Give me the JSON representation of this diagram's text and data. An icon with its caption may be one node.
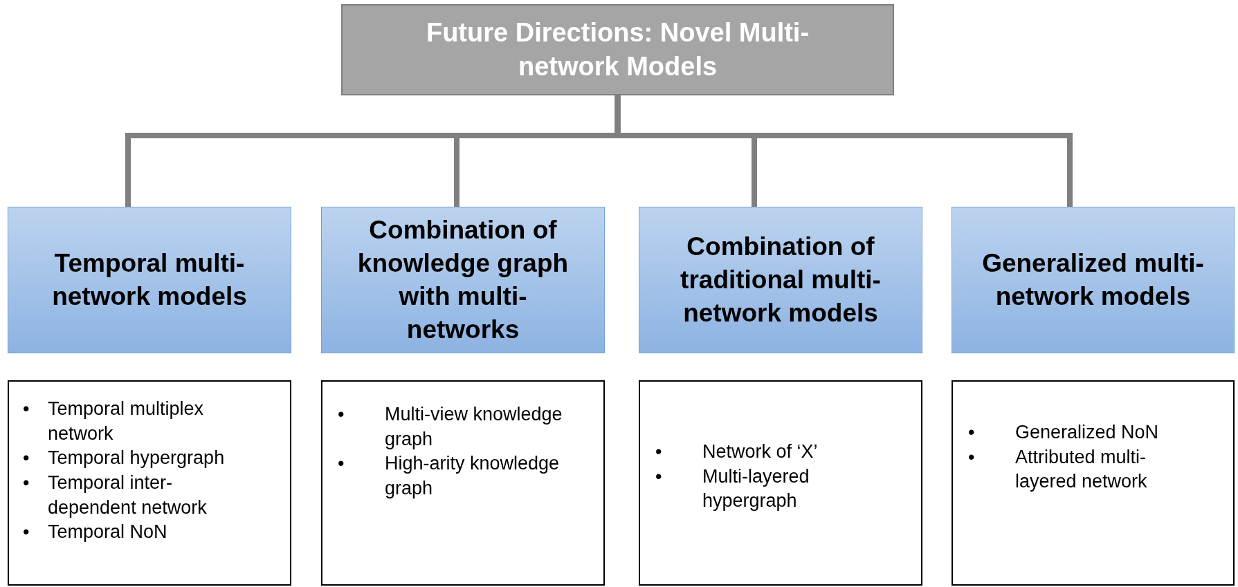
{
  "diagram": {
    "nodes": [
      {
        "text": [
          "Future Directions: Novel Multi-network Models"
        ]
      },
      {
        "text": [
          "Temporal multi-network models"
        ]
      },
      {
        "text": [
          "Combination of knowledge graph with multi-networks"
        ]
      },
      {
        "text": [
          "Combination of traditional multi-network models"
        ]
      },
      {
        "text": [
          "Generalized multi-network models"
        ]
      },
      {
        "text": [
          "Temporal multiplex network",
          "Temporal hypergraph",
          "Temporal inter-dependent network",
          "Temporal NoN"
        ]
      },
      {
        "text": [
          "Multi-view knowledge graph",
          "High-arity knowledge graph"
        ]
      },
      {
        "text": [
          "Network of ‘X’",
          "Multi-layered hypergraph"
        ]
      },
      {
        "text": [
          "Generalized NoN",
          "Attributed multi-layered network"
        ]
      }
    ],
    "edges": [
      {
        "from": 0,
        "to": 1,
        "arrow": "none"
      },
      {
        "from": 0,
        "to": 2,
        "arrow": "none"
      },
      {
        "from": 0,
        "to": 3,
        "arrow": "none"
      },
      {
        "from": 0,
        "to": 4,
        "arrow": "none"
      }
    ],
    "labels": [
      "•",
      "•",
      "•",
      "•",
      "•",
      "•",
      "•",
      "•",
      "•",
      "•"
    ]
  }
}
